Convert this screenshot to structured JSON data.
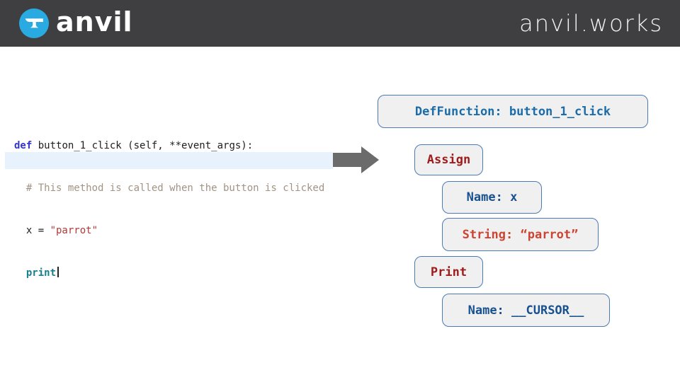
{
  "header": {
    "brand": "anvil",
    "site": "anvil.works"
  },
  "code": {
    "line1": {
      "keyword": "def",
      "rest": " button_1_click (self, **event_args):"
    },
    "line2": {
      "comment": "  # This method is called when the button is clicked"
    },
    "line3": {
      "prefix": "  x = ",
      "string": "\"parrot\""
    },
    "line4": {
      "indent": "  ",
      "keyword": "print",
      "trailing": " "
    }
  },
  "tree": {
    "nodes": [
      {
        "label": "DefFunction: button_1_click",
        "type": "function",
        "color": "#1b6ca8"
      },
      {
        "label": "Assign",
        "type": "statement",
        "color": "#a01c1c"
      },
      {
        "label": "Name: x",
        "type": "name",
        "color": "#17518f"
      },
      {
        "label": "String: “parrot”",
        "type": "string",
        "color": "#cc4433"
      },
      {
        "label": "Print",
        "type": "statement",
        "color": "#a01c1c"
      },
      {
        "label": "Name: __CURSOR__",
        "type": "name",
        "color": "#17518f"
      }
    ]
  },
  "icons": {
    "logo": "anvil-icon",
    "arrow": "right-arrow-icon"
  },
  "colors": {
    "header_bg": "#3f3f41",
    "logo_blue": "#29abe2",
    "keyword_blue": "#3434cf",
    "comment_gray": "#a29384",
    "string_red": "#b03a3a",
    "print_teal": "#16808c",
    "highlight_blue": "#e8f2fc",
    "arrow_gray": "#6b6b6b",
    "node_border": "#4b7bb5",
    "node_bg": "#f0f0f0"
  }
}
